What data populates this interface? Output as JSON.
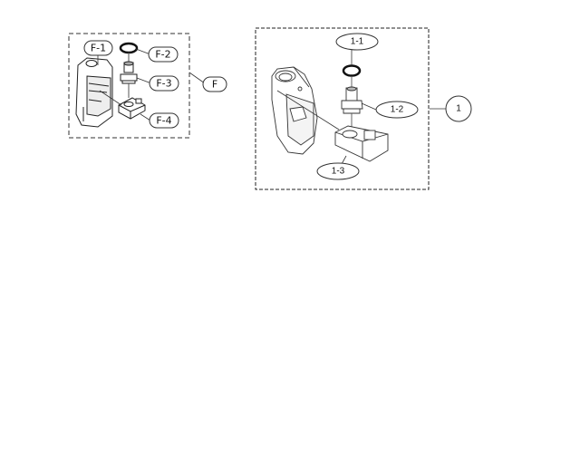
{
  "assembly_f": {
    "label": "F",
    "parts": [
      {
        "id": "F-1",
        "label": "F-1"
      },
      {
        "id": "F-2",
        "label": "F-2"
      },
      {
        "id": "F-3",
        "label": "F-3"
      },
      {
        "id": "F-4",
        "label": "F-4"
      }
    ]
  },
  "assembly_1": {
    "label": "1",
    "parts": [
      {
        "id": "1-1",
        "label": "1-1"
      },
      {
        "id": "1-2",
        "label": "1-2"
      },
      {
        "id": "1-3",
        "label": "1-3"
      }
    ]
  }
}
